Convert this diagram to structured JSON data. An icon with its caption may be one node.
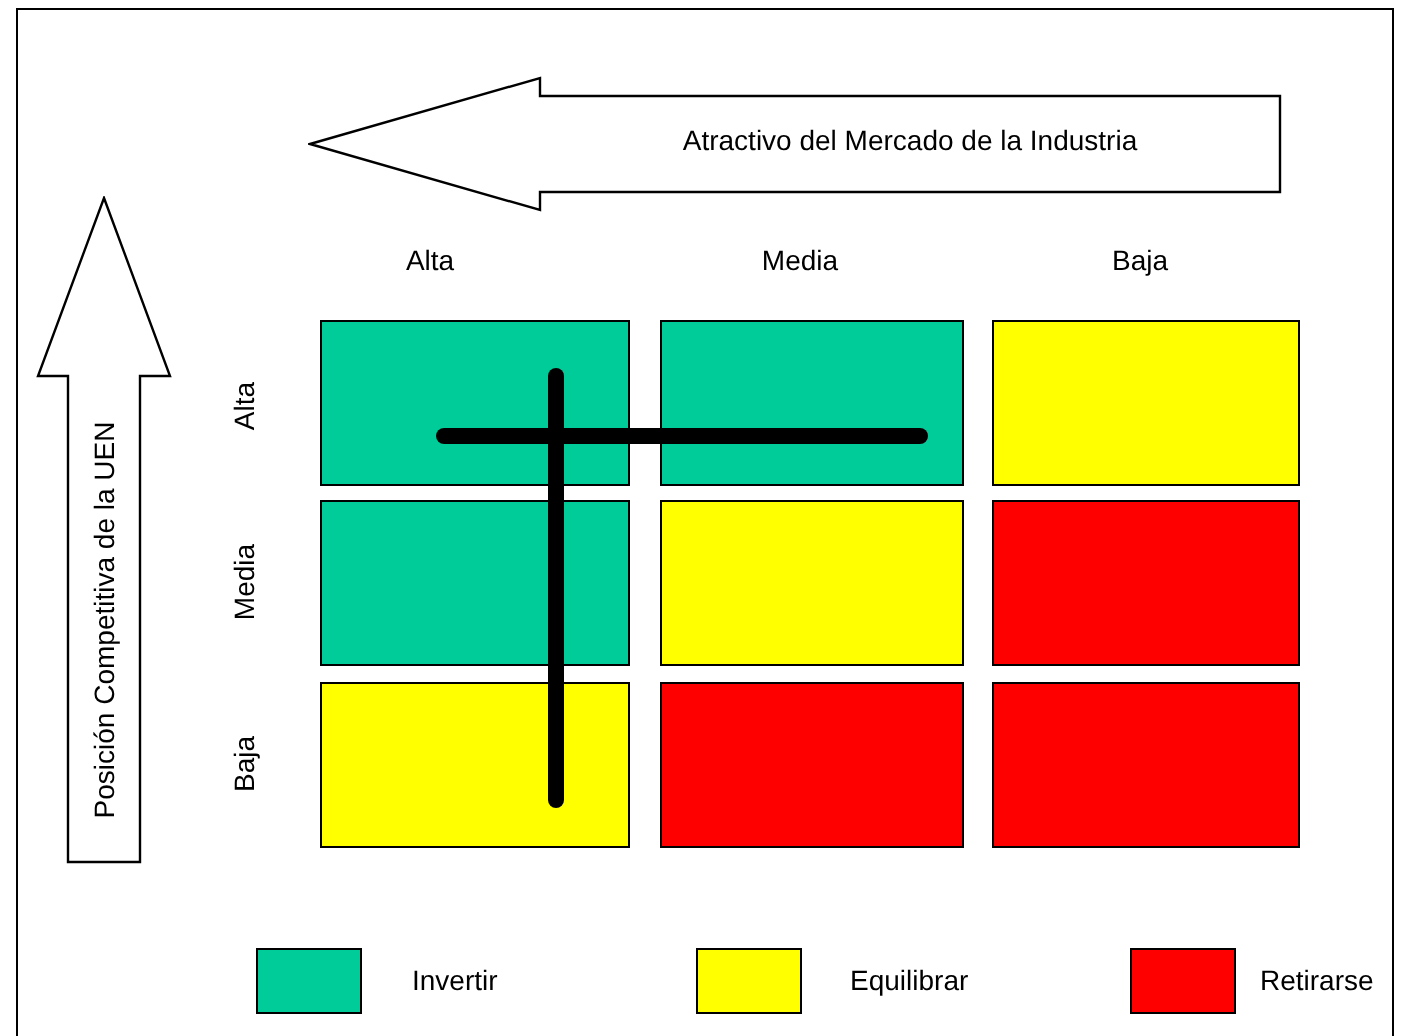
{
  "diagram": {
    "nodes": [
      {
        "text": [
          "Atractivo del Mercado de la Industria"
        ]
      },
      {
        "text": [
          "Posición Competitiva de la UEN"
        ]
      },
      {
        "text": [],
        "shape": "box"
      },
      {
        "text": [],
        "shape": "box"
      },
      {
        "text": [],
        "shape": "box"
      },
      {
        "text": [],
        "shape": "box"
      },
      {
        "text": [],
        "shape": "box"
      },
      {
        "text": [],
        "shape": "box"
      },
      {
        "text": [],
        "shape": "box"
      },
      {
        "text": [],
        "shape": "box"
      },
      {
        "text": [],
        "shape": "box"
      }
    ],
    "edges": [],
    "labels": [
      "Alta",
      "Media",
      "Baja",
      "Alta",
      "Media",
      "Baja"
    ],
    "legend": [
      {
        "text": "Invertir",
        "color": "#00cc99"
      },
      {
        "text": "Equilibrar",
        "color": "#ffff00"
      },
      {
        "text": "Retirarse",
        "color": "#ff0000"
      }
    ]
  }
}
